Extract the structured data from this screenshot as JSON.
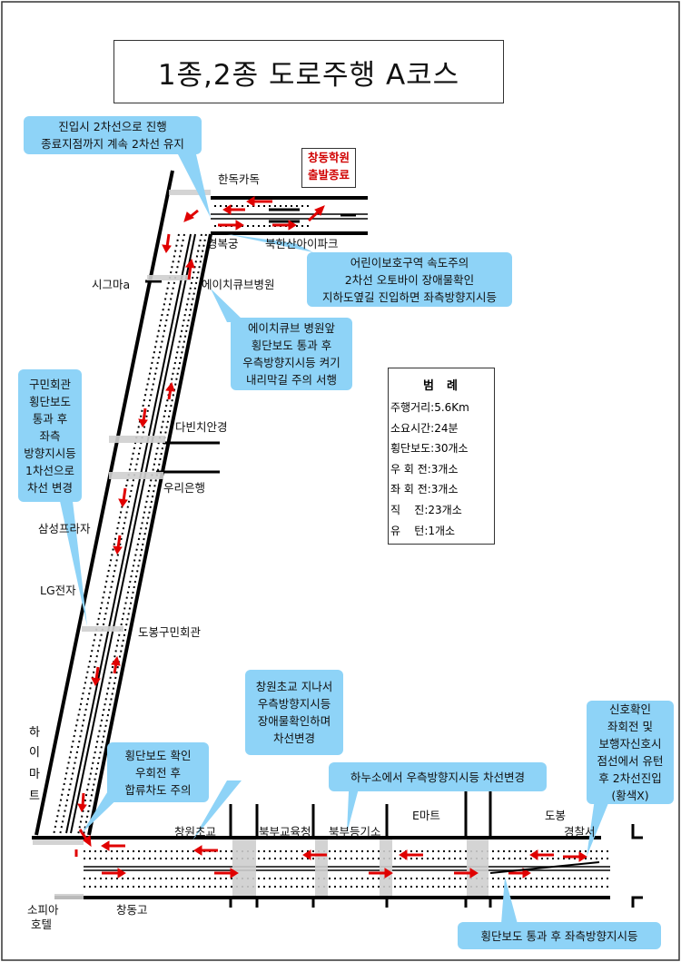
{
  "title": "1종,2종 도로주행 A코스",
  "start": {
    "line1": "창동학원",
    "line2": "출발종료"
  },
  "places": {
    "hankook_car": "한독카독",
    "gyeongbokgung": "경복궁",
    "bukhansan_apt": "북한산아이파크",
    "sigma": "시그마a",
    "hcube_hospital": "에이치큐브병원",
    "davinci": "다빈치안경",
    "woori": "우리은행",
    "samsung_plaza": "삼성프라자",
    "lg": "LG전자",
    "dobong_hall": "도봉구민회관",
    "hi_mart": [
      "하",
      "이",
      "마",
      "트"
    ],
    "changwon_school": "창원초교",
    "bukbu_edu": "북부교육청",
    "bukbu_registry": "북부등기소",
    "emart": "E마트",
    "dobong_police_1": "도봉",
    "dobong_police_2": "경찰서",
    "sofia_hotel_1": "소피아",
    "sofia_hotel_2": "호텔",
    "changdong_high": "창동고"
  },
  "callouts": {
    "c1": [
      "진입시 2차선으로 진행",
      "종료지점까지 계속 2차선 유지"
    ],
    "c2": [
      "어린이보호구역 속도주의",
      "2차선 오토바이 장애물확인",
      "지하도옆길 진입하면 좌측방향지시등"
    ],
    "c3": [
      "에이치큐브 병원앞",
      "횡단보도 통과 후",
      "우측방향지시등 켜기",
      "내리막길 주의 서행"
    ],
    "c4": [
      "구민회관",
      "횡단보도",
      "통과 후",
      "좌측",
      "방향지시등",
      "1차선으로",
      "차선 변경"
    ],
    "c5": [
      "창원초교 지나서",
      "우측방향지시등",
      "장애물확인하며",
      "차선변경"
    ],
    "c6": [
      "횡단보도 확인",
      "우회전 후",
      "합류차도 주의"
    ],
    "c7": [
      "하누소에서 우측방향지시등 차선변경"
    ],
    "c8": [
      "신호확인",
      "좌회전 및",
      "보행자신호시",
      "점선에서 유턴",
      "후 2차선진입",
      "(황색X)"
    ],
    "c9": [
      "횡단보도 통과 후 좌측방향지시등"
    ]
  },
  "legend": {
    "title": "범례",
    "rows": [
      "주행거리:5.6Km",
      "소요시간:24분",
      "횡단보도:30개소",
      "우 회 전:3개소",
      "좌 회 전:3개소",
      "직    진:23개소",
      "유    턴:1개소"
    ]
  },
  "colors": {
    "callout": "#8ed3f7",
    "arrow": "#e00000",
    "road": "#000000",
    "start_text": "#d00000"
  }
}
